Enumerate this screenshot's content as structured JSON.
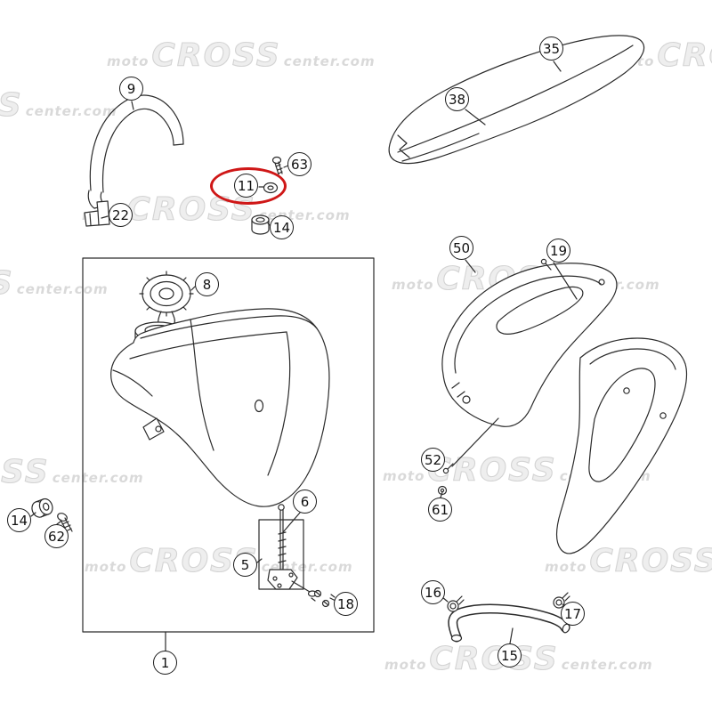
{
  "diagram": {
    "background": "#ffffff",
    "highlight_color": "#cf1717",
    "watermark": {
      "prefix": "moto",
      "brand": "CROSS",
      "suffix": "center.com"
    },
    "callouts": [
      {
        "label": "9",
        "highlighted": false
      },
      {
        "label": "22",
        "highlighted": false
      },
      {
        "label": "63",
        "highlighted": false
      },
      {
        "label": "11",
        "highlighted": true
      },
      {
        "label": "14",
        "highlighted": false
      },
      {
        "label": "8",
        "highlighted": false
      },
      {
        "label": "35",
        "highlighted": false
      },
      {
        "label": "38",
        "highlighted": false
      },
      {
        "label": "50",
        "highlighted": false
      },
      {
        "label": "19",
        "highlighted": false
      },
      {
        "label": "52",
        "highlighted": false
      },
      {
        "label": "61",
        "highlighted": false
      },
      {
        "label": "14",
        "highlighted": false
      },
      {
        "label": "62",
        "highlighted": false
      },
      {
        "label": "6",
        "highlighted": false
      },
      {
        "label": "5",
        "highlighted": false
      },
      {
        "label": "18",
        "highlighted": false
      },
      {
        "label": "1",
        "highlighted": false
      },
      {
        "label": "16",
        "highlighted": false
      },
      {
        "label": "15",
        "highlighted": false
      },
      {
        "label": "17",
        "highlighted": false
      }
    ]
  }
}
